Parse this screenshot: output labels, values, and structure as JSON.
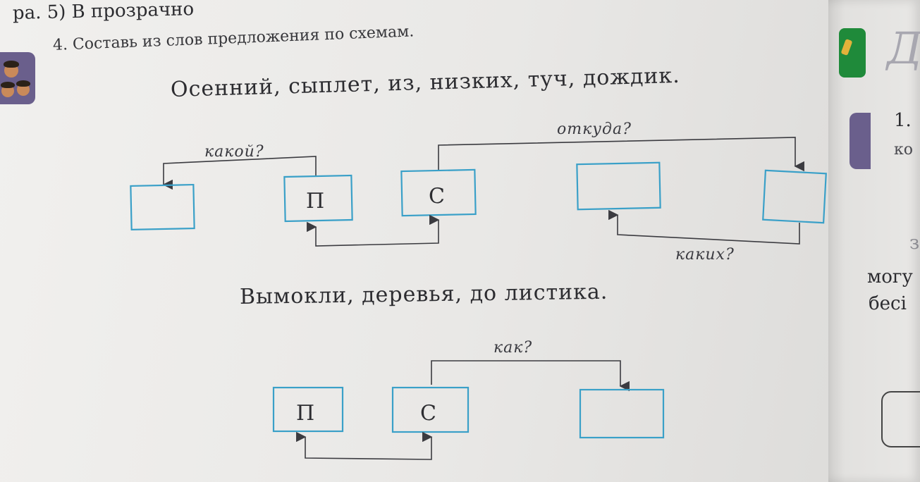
{
  "top_line": "ра. 5) В прозрачно",
  "task": {
    "title": "4. Составь из слов предложения по схемам."
  },
  "sentence1": {
    "text": "Осенний, сыплет, из, низких, туч, дождик.",
    "scheme": {
      "boxes": [
        "",
        "П",
        "С",
        "",
        ""
      ],
      "questions": [
        "какой?",
        "откуда?",
        "каких?"
      ]
    }
  },
  "sentence2": {
    "text": "Вымокли, деревья, до листика.",
    "scheme": {
      "boxes": [
        "П",
        "С",
        ""
      ],
      "questions": [
        "как?"
      ]
    }
  },
  "right_page": {
    "item_number": "1.",
    "line1": "ко",
    "line2": "з",
    "line3": "могу",
    "line4": "бесі"
  },
  "colors": {
    "box_border": "#3aa0c8",
    "arrow": "#3b3b40",
    "paper": "#eeedeb"
  }
}
